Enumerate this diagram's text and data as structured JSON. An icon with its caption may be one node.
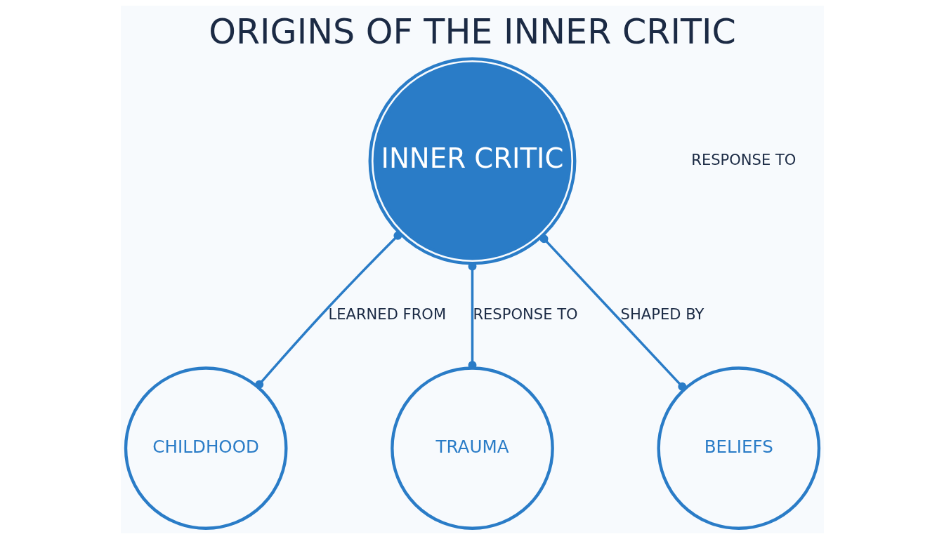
{
  "diagram": {
    "title": "ORIGINS OF THE INNER CRITIC",
    "nodes": [
      {
        "text": [
          "INNER CRITIC"
        ]
      },
      {
        "text": [
          "CHILDHOOD"
        ]
      },
      {
        "text": [
          "TRAUMA"
        ]
      },
      {
        "text": [
          "BELIEFS"
        ]
      }
    ],
    "edges": [
      {
        "from": 0,
        "to": 1,
        "arrow": "other",
        "label": "LEARNED FROM"
      },
      {
        "from": 0,
        "to": 2,
        "arrow": "other",
        "label": "RESPONSE TO"
      },
      {
        "from": 0,
        "to": 3,
        "arrow": "other",
        "label": "SHAPED BY"
      }
    ],
    "labels": [
      "RESPONSE TO"
    ]
  }
}
